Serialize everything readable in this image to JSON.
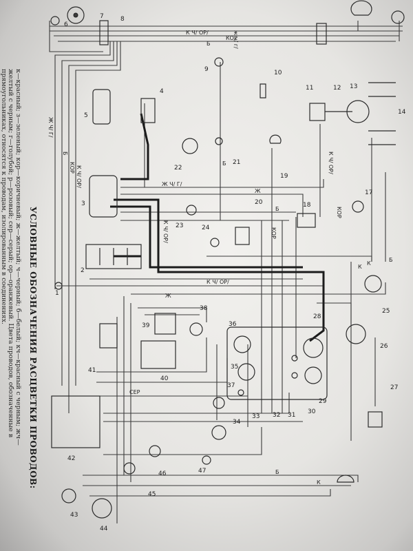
{
  "legend": {
    "title": "УСЛОВНЫЕ ОБОЗНАЧЕНИЯ РАСЦВЕТКИ ПРОВОДОВ:",
    "line1": "к—красный; з—зеленый; кор—коричневый; ж—желтый; ч—черный; б—белый; кч—красный с черным; жч—",
    "line2": "желтый с черным; г—голубой; р—розовый; сер—серый; ор—оранжевый. Цвета проводов, обозначенные в",
    "line3": "прямоугольниках, относятся к проводам, изолированным в соединениях."
  },
  "wire_codes": {
    "w_top1": "ж ч/ г/",
    "w_top2": "К Ч/ ОР/",
    "w_top3": "КОР",
    "w_top4": "Б",
    "w_left1": "Ж Ч/ Г/",
    "w_left2": "Б",
    "w_left3": "КОР",
    "w_left4": "К Ч/ ОР/",
    "w_mid1": "Ж Ч/ Г/",
    "w_mid2": "Ж",
    "w_mid3": "Б",
    "w_mid4": "КОР",
    "w_mid5": "К Ч/ ОР/",
    "w_mid6": "Б",
    "w_mid7": "К",
    "w_low1": "К Ч/ ОР/",
    "w_low2": "Ж",
    "w_low3": "СЕР",
    "w_low4": "Б",
    "w_low5": "К",
    "w_vert1": "К Ч/ ОР/",
    "w_vert2": "КОР",
    "w_vert3": "Б",
    "w_vert4": "К"
  },
  "components": {
    "c1": "1",
    "c2": "2",
    "c3": "3",
    "c4": "4",
    "c5": "5",
    "c6": "6",
    "c7": "7",
    "c8": "8",
    "c9": "9",
    "c10": "10",
    "c11": "11",
    "c12": "12",
    "c13": "13",
    "c14": "14",
    "c17": "17",
    "c18": "18",
    "c19": "19",
    "c20": "20",
    "c21": "21",
    "c22": "22",
    "c23": "23",
    "c24": "24",
    "c25": "25",
    "c26": "26",
    "c27": "27",
    "c28": "28",
    "c29": "29",
    "c30": "30",
    "c31": "31",
    "c32": "32",
    "c33": "33",
    "c34": "34",
    "c35": "35",
    "c36": "36",
    "c37": "37",
    "c38": "38",
    "c39": "39",
    "c40": "40",
    "c41": "41",
    "c42": "42",
    "c43": "43",
    "c44": "44",
    "c45": "45",
    "c46": "46",
    "c47": "47"
  }
}
